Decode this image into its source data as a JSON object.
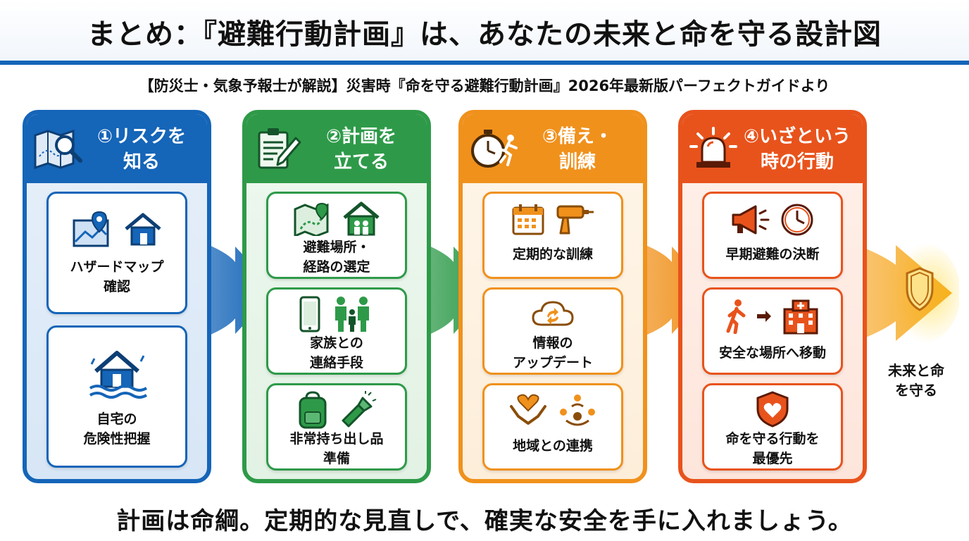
{
  "title": "まとめ：『避難行動計画』は、あなたの未来と命を守る設計図",
  "subtitle": "【防災士・気象予報士が解説】災害時『命を守る避難行動計画』2026年最新版パーフェクトガイドより",
  "footer": "計画は命綱。定期的な見直しで、確実な安全を手に入れましょう。",
  "colors": {
    "blue": "#1565b8",
    "green": "#2e9a49",
    "orange": "#f0911c",
    "red_orange": "#e8531c"
  },
  "steps": [
    {
      "title_line1": "①リスクを",
      "title_line2": "知る",
      "head_icon": "map-search-icon",
      "cards": [
        {
          "label_line1": "ハザードマップ",
          "label_line2": "確認",
          "icons": [
            "hazard-map-pin-icon",
            "house-icon"
          ]
        },
        {
          "label_line1": "自宅の",
          "label_line2": "危険性把握",
          "icons": [
            "flooded-house-icon"
          ]
        }
      ]
    },
    {
      "title_line1": "②計画を",
      "title_line2": "立てる",
      "head_icon": "clipboard-pen-icon",
      "cards": [
        {
          "label_line1": "避難場所・",
          "label_line2": "経路の選定",
          "icons": [
            "route-map-icon",
            "shelter-icon"
          ]
        },
        {
          "label_line1": "家族との",
          "label_line2": "連絡手段",
          "icons": [
            "smartphone-icon",
            "family-icon"
          ]
        },
        {
          "label_line1": "非常持ち出し品",
          "label_line2": "準備",
          "icons": [
            "backpack-icon",
            "flashlight-icon"
          ]
        }
      ]
    },
    {
      "title_line1": "③備え・",
      "title_line2": "訓練",
      "head_icon": "stopwatch-runner-icon",
      "cards": [
        {
          "label_line1": "定期的な訓練",
          "label_line2": "",
          "icons": [
            "calendar-icon",
            "drill-icon"
          ]
        },
        {
          "label_line1": "情報の",
          "label_line2": "アップデート",
          "icons": [
            "cloud-sync-icon"
          ]
        },
        {
          "label_line1": "地域との連携",
          "label_line2": "",
          "icons": [
            "heart-hands-icon",
            "community-icon"
          ]
        }
      ]
    },
    {
      "title_line1": "④いざという",
      "title_line2": "時の行動",
      "head_icon": "siren-icon",
      "cards": [
        {
          "label_line1": "早期避難の決断",
          "label_line2": "",
          "icons": [
            "megaphone-icon",
            "clock-icon"
          ]
        },
        {
          "label_line1": "安全な場所へ移動",
          "label_line2": "",
          "icons": [
            "walking-person-icon",
            "arrow-right-icon",
            "building-icon"
          ]
        },
        {
          "label_line1": "命を守る行動を",
          "label_line2": "最優先",
          "icons": [
            "shield-heart-icon"
          ]
        }
      ]
    }
  ],
  "final": {
    "label_line1": "未来と命",
    "label_line2": "を守る",
    "icon": "shield-icon"
  }
}
